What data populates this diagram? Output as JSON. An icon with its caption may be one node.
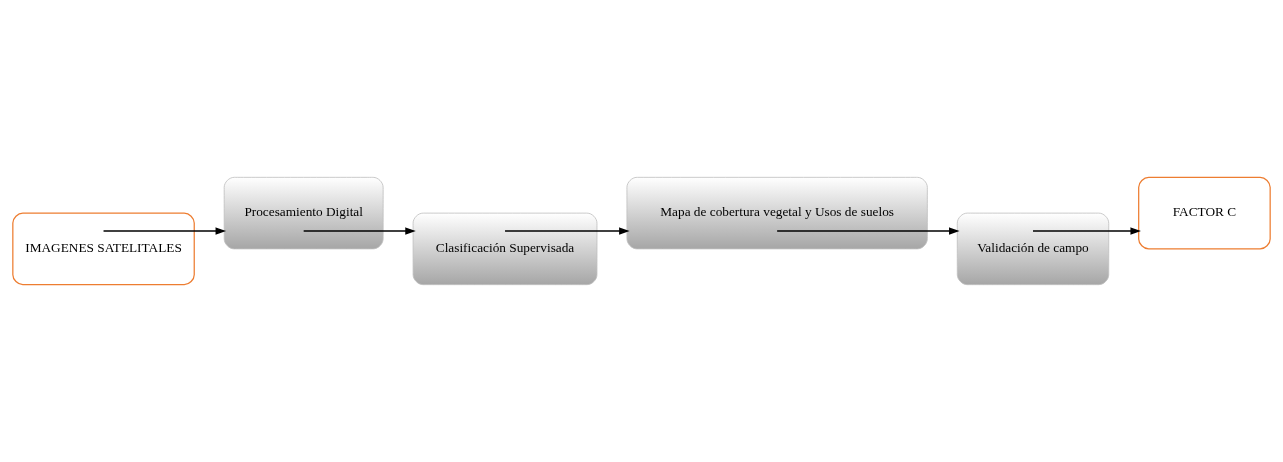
{
  "diagram": {
    "nodes": [
      {
        "text": [
          "IMAGENES SATELITALES"
        ]
      },
      {
        "text": [
          "Procesamiento Digital"
        ]
      },
      {
        "text": [
          "Clasificación Supervisada"
        ]
      },
      {
        "text": [
          "Mapa de cobertura vegetal y Usos de suelos"
        ]
      },
      {
        "text": [
          "Validación de campo"
        ]
      },
      {
        "text": [
          "FACTOR C"
        ]
      }
    ],
    "edges": [
      {
        "from": 0,
        "to": 1,
        "arrow": "to"
      },
      {
        "from": 1,
        "to": 2,
        "arrow": "to"
      },
      {
        "from": 2,
        "to": 3,
        "arrow": "to"
      },
      {
        "from": 3,
        "to": 4,
        "arrow": "to"
      },
      {
        "from": 4,
        "to": 5,
        "arrow": "to"
      }
    ]
  }
}
